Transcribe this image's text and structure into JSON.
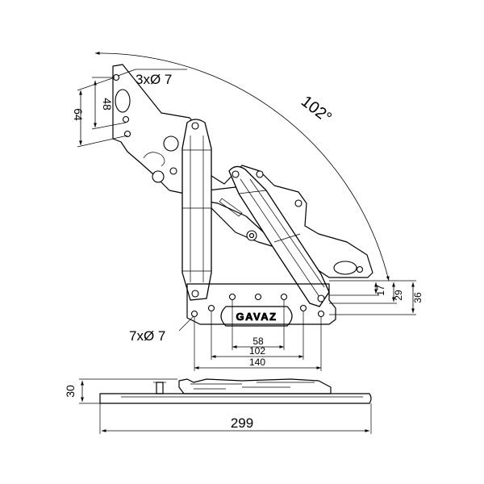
{
  "colors": {
    "line": "#000000",
    "background": "#ffffff"
  },
  "labels": {
    "top_holes": "3xØ 7",
    "bottom_holes": "7xØ 7",
    "angle": "102°",
    "brand": "GAVAZ"
  },
  "dimensions": {
    "top_spacing_48": "48",
    "top_spacing_64": "64",
    "right_17": "17",
    "right_29": "29",
    "right_36": "36",
    "hole_58": "58",
    "hole_102": "102",
    "hole_140": "140",
    "height_30": "30",
    "length_299": "299"
  }
}
